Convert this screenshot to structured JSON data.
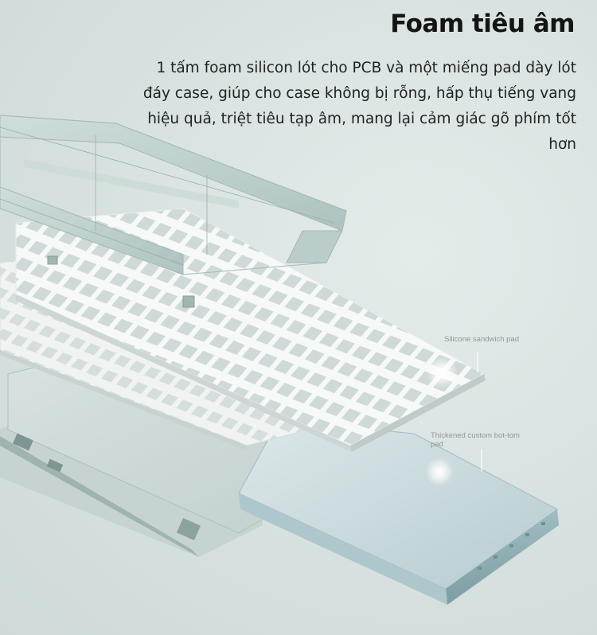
{
  "heading": {
    "title": "Foam tiêu âm",
    "description": "1 tấm foam silicon lót cho PCB và một miếng pad dày lót đáy case, giúp cho case không bị rỗng, hấp thụ tiếng vang hiệu quả, triệt tiêu tạp âm, mang lại cảm giác gõ phím tốt hơn"
  },
  "callouts": {
    "silicone_pad": "Silicone sandwich pad",
    "bottom_pad": "Thickened custom bot-tom pad"
  },
  "colors": {
    "background": "#dde6e4",
    "title_text": "#141414",
    "body_text": "#222222",
    "callout_text": "#8c9a9a",
    "foam_white": "#f7f8f8",
    "bottom_pad": "#c9d9dc",
    "acrylic_frame": "#bcd0cd"
  }
}
